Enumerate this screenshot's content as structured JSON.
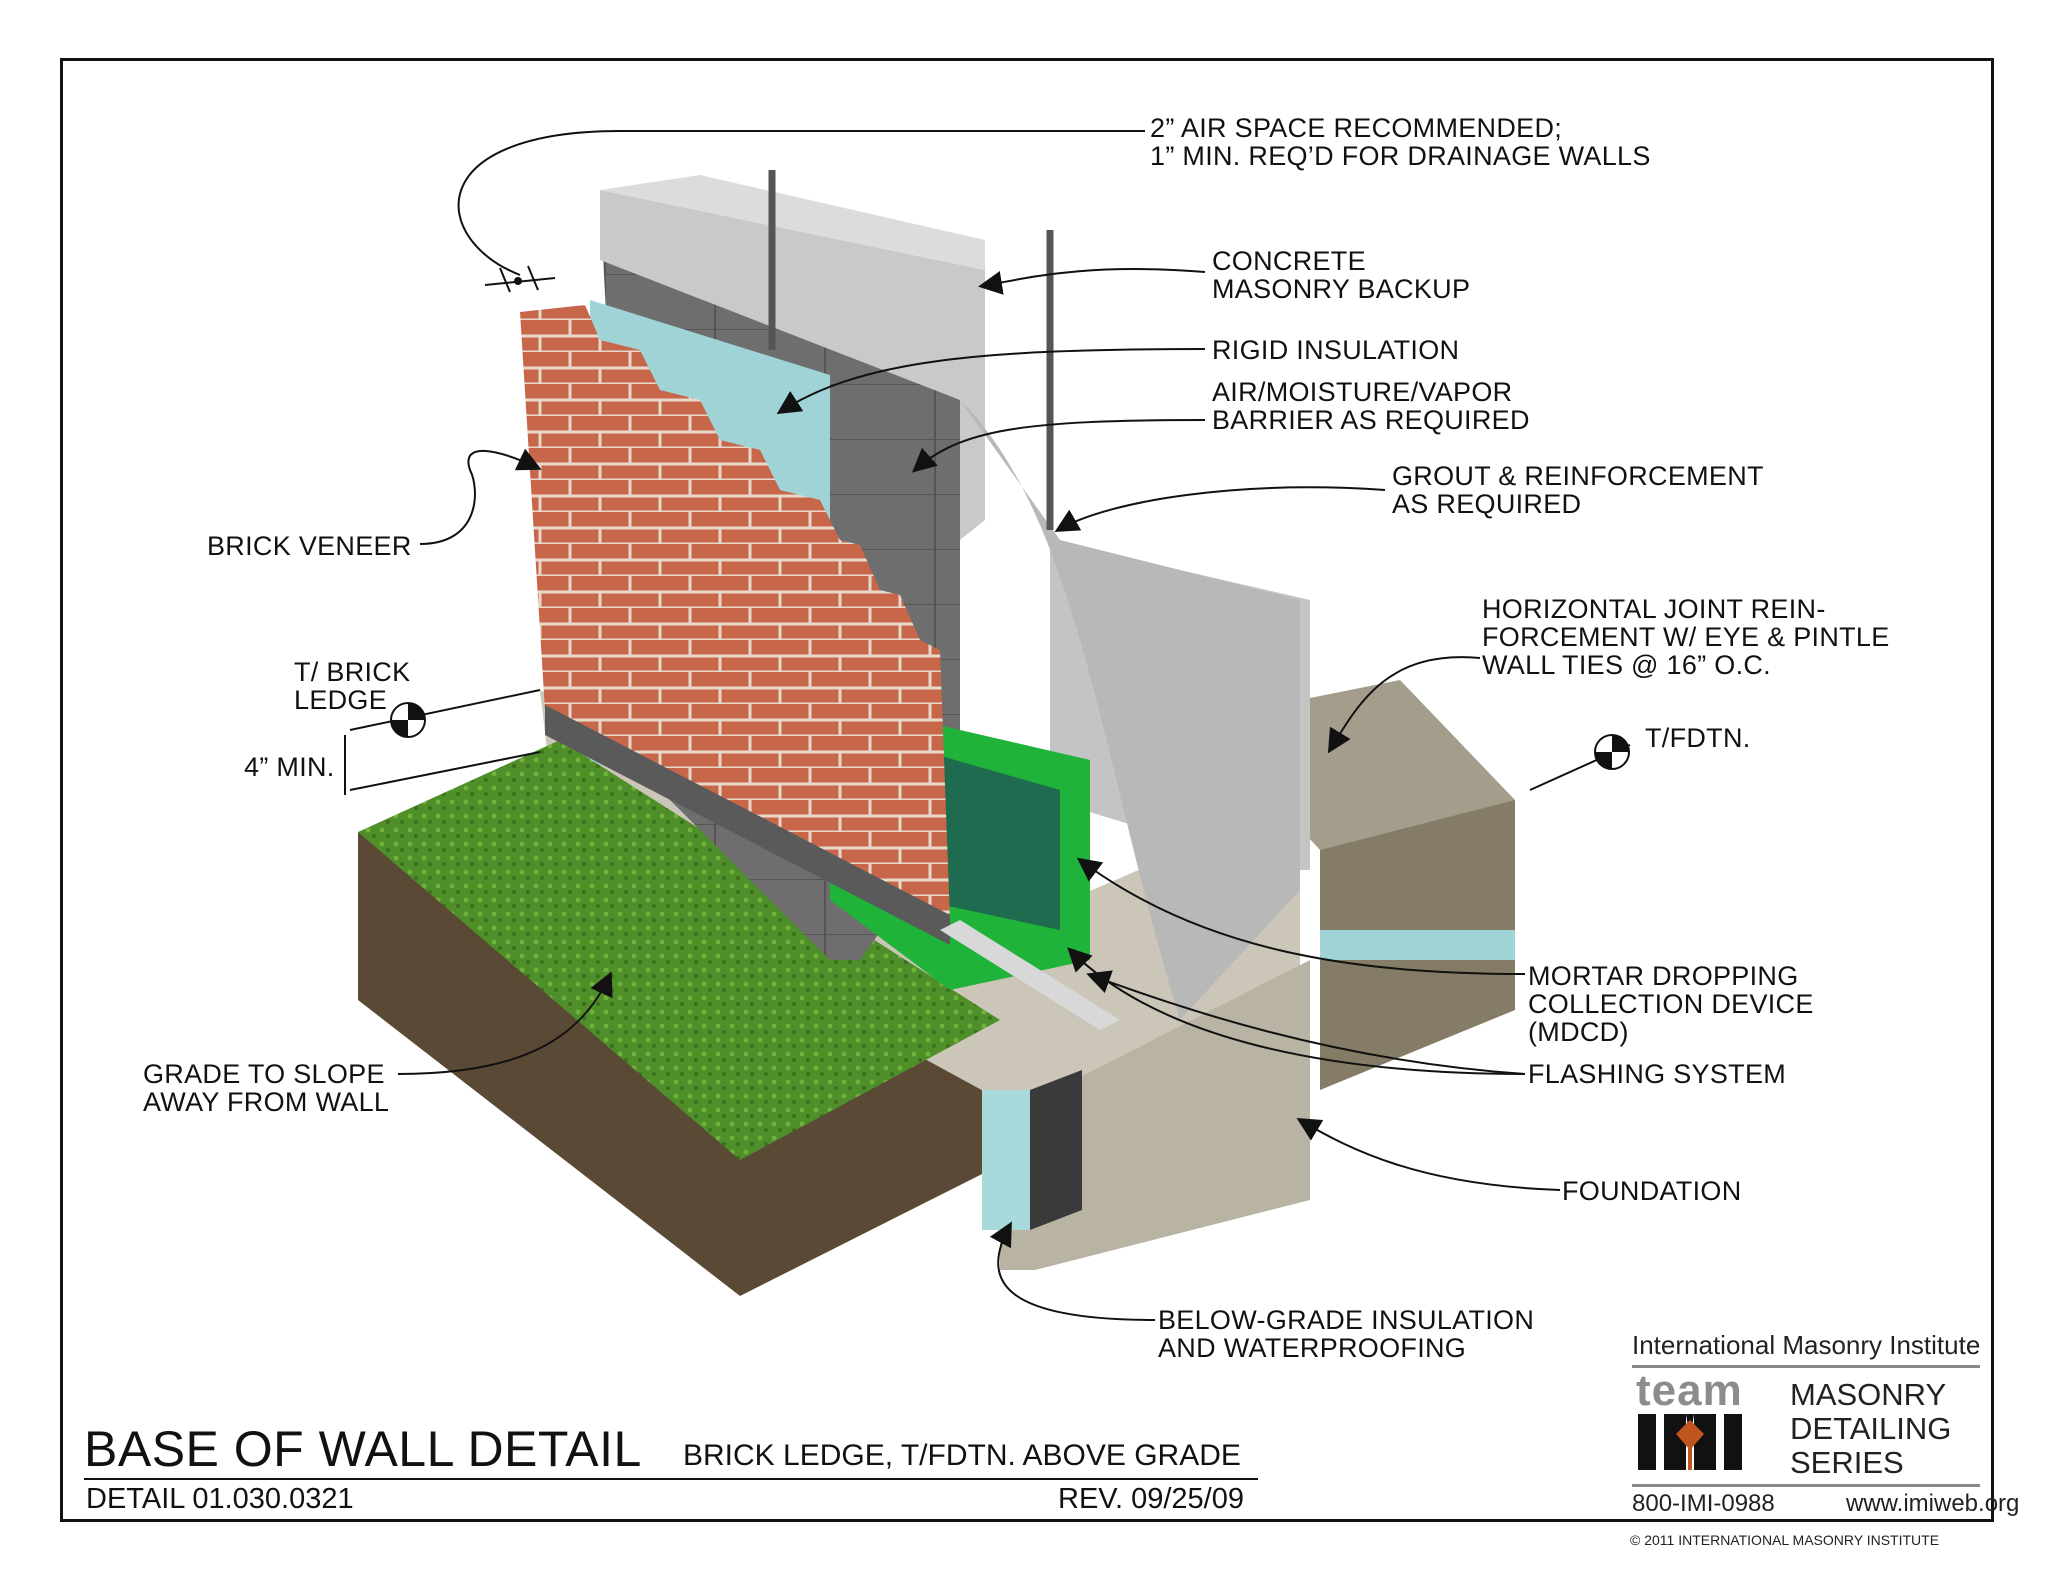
{
  "labels": {
    "air_space": [
      "2” AIR SPACE RECOMMENDED;",
      "1” MIN. REQ’D FOR DRAINAGE WALLS"
    ],
    "cmu_backup": [
      "CONCRETE",
      "MASONRY BACKUP"
    ],
    "rigid_insulation": [
      "RIGID INSULATION"
    ],
    "barrier": [
      "AIR/MOISTURE/VAPOR",
      "BARRIER AS REQUIRED"
    ],
    "grout": [
      "GROUT & REINFORCEMENT",
      "AS REQUIRED"
    ],
    "brick_veneer": [
      "BRICK VENEER"
    ],
    "joint_reinforcement": [
      "HORIZONTAL JOINT REIN-",
      "FORCEMENT W/ EYE & PINTLE",
      "WALL TIES @ 16” O.C."
    ],
    "brick_ledge": [
      "T/ BRICK",
      "LEDGE"
    ],
    "min_4": [
      "4” MIN."
    ],
    "t_fdtn": [
      "T/FDTN."
    ],
    "mdcd": [
      "MORTAR DROPPING",
      "COLLECTION DEVICE",
      "(MDCD)"
    ],
    "flashing": [
      "FLASHING SYSTEM"
    ],
    "grade": [
      "GRADE TO SLOPE",
      "AWAY FROM WALL"
    ],
    "foundation": [
      "FOUNDATION"
    ],
    "below_grade": [
      "BELOW-GRADE INSULATION",
      "AND WATERPROOFING"
    ]
  },
  "title_block": {
    "title": "BASE OF WALL DETAIL",
    "subtitle": "BRICK LEDGE, T/FDTN. ABOVE GRADE",
    "detail_number": "DETAIL 01.030.0321",
    "revision": "REV. 09/25/09"
  },
  "branding": {
    "institute": "International Masonry Institute",
    "team": "team",
    "logo_letters": "IMI",
    "series": [
      "MASONRY",
      "DETAILING",
      "SERIES"
    ],
    "phone": "800-IMI-0988",
    "website": "www.imiweb.org",
    "copyright": "© 2011 INTERNATIONAL MASONRY INSTITUTE"
  },
  "colors": {
    "brick": "#c8664a",
    "insulation": "#9fd3d6",
    "cmu": "#c9c9c9",
    "concrete": "#cbc6b8",
    "grass": "#4f8f2a",
    "soil": "#5a4a35",
    "flashing_green": "#1fb33a"
  }
}
